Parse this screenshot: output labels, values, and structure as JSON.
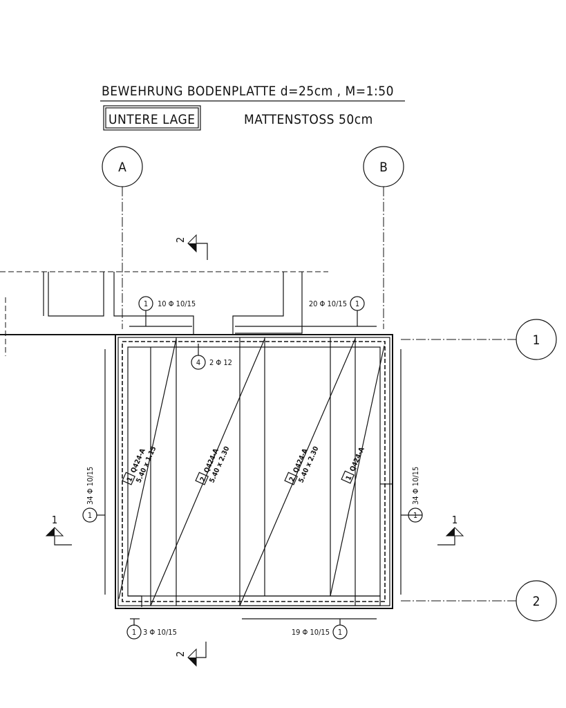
{
  "title": "BEWEHRUNG BODENPLATTE  d=25cm , M=1:50",
  "layer_label": "UNTERE LAGE",
  "joint_note": "MATTENSTOSS 50cm",
  "grid_axes": {
    "A": "A",
    "B": "B",
    "one": "1",
    "two": "2"
  },
  "section_marks": {
    "top": "2",
    "bottom": "2",
    "left": "1",
    "right": "1"
  },
  "rebar_callouts": {
    "top_left": {
      "pos": "1",
      "text": "10 Φ 10/15"
    },
    "top_right": {
      "pos": "1",
      "text": "20 Φ 10/15"
    },
    "edge": {
      "pos": "4",
      "text": "2 Φ 12"
    },
    "left": {
      "pos": "1",
      "text": "34 Φ 10/15"
    },
    "right": {
      "pos": "1",
      "text": "34 Φ 10/15"
    },
    "bottom_left": {
      "pos": "1",
      "text": "3 Φ 10/15"
    },
    "bottom_right": {
      "pos": "1",
      "text": "19 Φ 10/15"
    }
  },
  "mats": [
    {
      "pos": "1",
      "type": "Q424-A",
      "size": "5.40 x 1.15"
    },
    {
      "pos": "2",
      "type": "Q424-A",
      "size": "5.40 x 2.30"
    },
    {
      "pos": "2",
      "type": "Q424-A",
      "size": "5.40 x 2.30"
    },
    {
      "pos": "1",
      "type": "Q424-A"
    }
  ]
}
